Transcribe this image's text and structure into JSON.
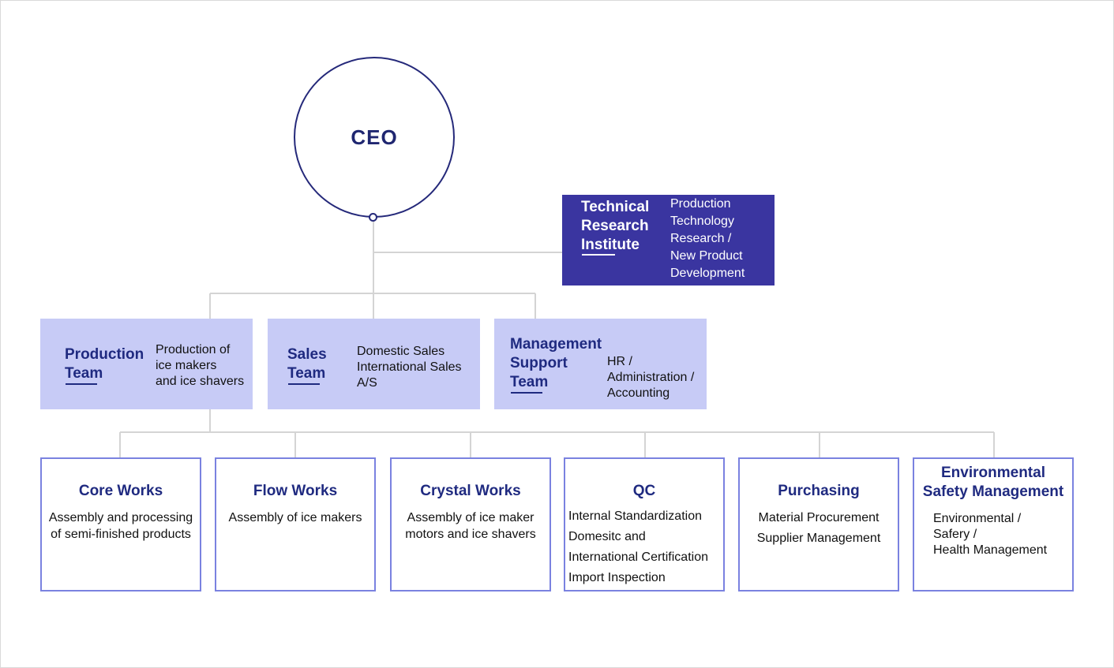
{
  "ceo": {
    "label": "CEO"
  },
  "institute": {
    "title_lines": [
      "Technical",
      "Research",
      "Institute"
    ],
    "desc_lines": [
      "Production",
      "Technology",
      "Research /",
      "New Product",
      "Development"
    ]
  },
  "teams": [
    {
      "title_lines": [
        "Production",
        "Team"
      ],
      "desc_lines": [
        "Production of",
        "ice makers",
        "and ice shavers"
      ]
    },
    {
      "title_lines": [
        "Sales",
        "Team"
      ],
      "desc_lines": [
        "Domestic Sales",
        "International Sales",
        "A/S"
      ]
    },
    {
      "title_lines": [
        "Management",
        "Support",
        "Team"
      ],
      "desc_lines": [
        "HR /",
        "Administration /",
        "Accounting"
      ]
    }
  ],
  "units": [
    {
      "title_lines": [
        "Core Works"
      ],
      "desc_lines": [
        "Assembly and processing",
        "of semi-finished products"
      ]
    },
    {
      "title_lines": [
        "Flow Works"
      ],
      "desc_lines": [
        "Assembly of ice makers"
      ]
    },
    {
      "title_lines": [
        "Crystal Works"
      ],
      "desc_lines": [
        "Assembly of ice maker",
        "motors and ice shavers"
      ]
    },
    {
      "title_lines": [
        "QC"
      ],
      "desc_lines": [
        "Internal Standardization",
        "Domesitc and",
        "International Certification",
        "Import Inspection"
      ]
    },
    {
      "title_lines": [
        "Purchasing"
      ],
      "desc_lines": [
        "Material Procurement",
        "Supplier Management"
      ]
    },
    {
      "title_lines": [
        "Environmental",
        "Safety Management"
      ],
      "desc_lines": [
        "Environmental /",
        "Safery /",
        "Health Management"
      ]
    }
  ],
  "colors": {
    "navy": "#1f2670",
    "institute_bg": "#3a35a0",
    "team_bg": "#c7cbf6",
    "unit_border": "#7a82e0",
    "connector": "#d4d4d4"
  }
}
